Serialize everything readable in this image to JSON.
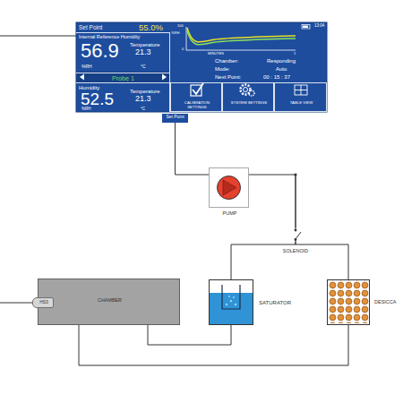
{
  "diagram": {
    "nodes": [
      {
        "text": [
          "Set Point",
          "55.0%"
        ]
      },
      {
        "text": [
          "Internal Reference Humidity",
          "56.9",
          "Temperature",
          "21.3",
          "%RH",
          "°C"
        ],
        "in": 0
      },
      {
        "text": [
          "Probe 1"
        ],
        "in": 0
      },
      {
        "text": [
          "Humidity",
          "52.5",
          "Temperature",
          "21.3",
          "%RH",
          "°C"
        ],
        "in": 0
      },
      {
        "text": [
          "%RH",
          "100",
          "0",
          "MINUTES",
          "1",
          "13:04",
          "Chamber:",
          "Responding",
          "Mode:",
          "Auto",
          "Next Point:",
          "00 : 15 : 37"
        ],
        "in": 0
      },
      {
        "text": [
          "CALIBRATION SETTINGS"
        ],
        "in": 0
      },
      {
        "text": [
          "SYSTEM SETTINGS"
        ],
        "in": 0
      },
      {
        "text": [
          "TABLE VIEW"
        ],
        "in": 0
      },
      {
        "text": [
          "Set Point"
        ]
      },
      {
        "text": [
          "PUMP"
        ]
      },
      {
        "text": [
          "SOLENOID"
        ]
      },
      {
        "text": [
          "CHAMBER"
        ]
      },
      {
        "text": [
          "HS3"
        ]
      },
      {
        "text": [
          "SATURATOR"
        ]
      },
      {
        "text": [
          "DESICCA"
        ]
      }
    ],
    "edges": [
      {
        "from": 8,
        "to": 9,
        "arrow": "none"
      },
      {
        "from": 9,
        "to": 10,
        "arrow": "none"
      },
      {
        "from": 10,
        "to": 13,
        "arrow": "none"
      },
      {
        "from": 10,
        "to": 14,
        "arrow": "none"
      },
      {
        "from": 13,
        "to": 11,
        "arrow": "none"
      },
      {
        "from": 14,
        "to": 11,
        "arrow": "none"
      }
    ]
  }
}
